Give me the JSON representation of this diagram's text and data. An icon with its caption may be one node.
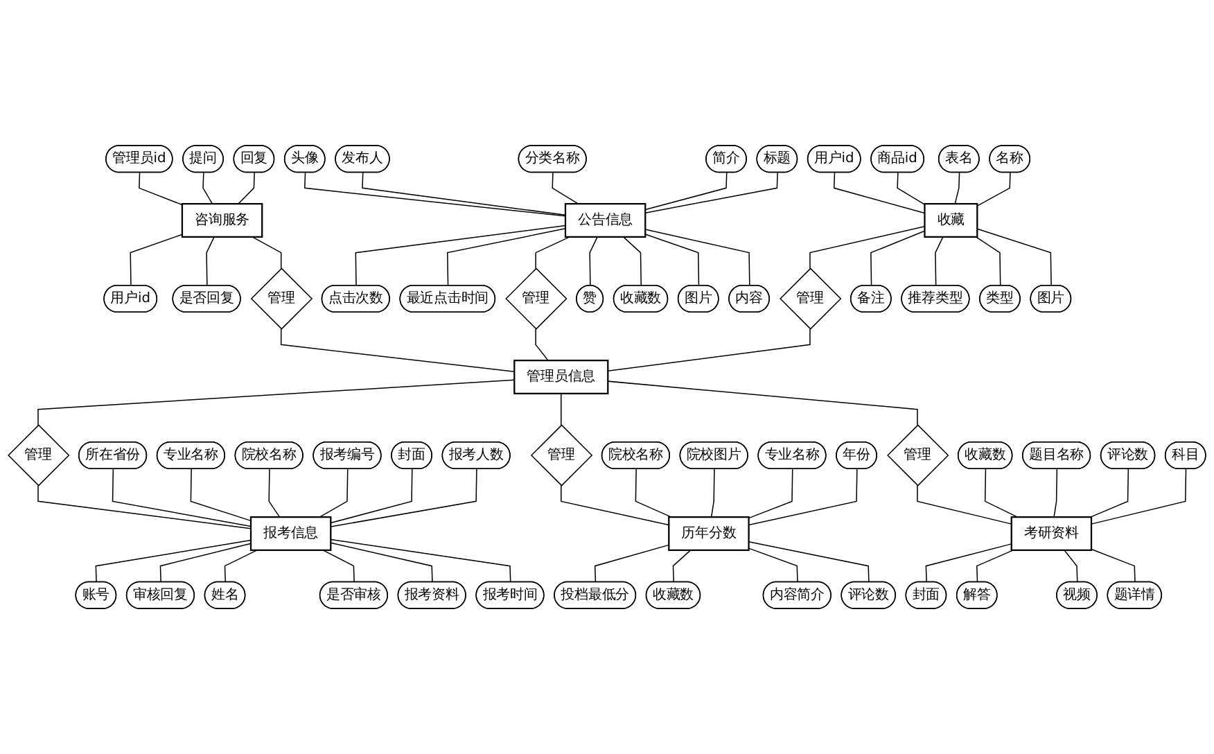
{
  "diagram": {
    "nodes": [
      {
        "text": [
          "管理员id"
        ]
      },
      {
        "text": [
          "提问"
        ]
      },
      {
        "text": [
          "回复"
        ]
      },
      {
        "text": [
          "用户id"
        ]
      },
      {
        "text": [
          "咨询服务"
        ]
      },
      {
        "text": [
          "是否回复"
        ]
      },
      {
        "text": [
          "管理"
        ]
      },
      {
        "text": [
          "头像"
        ]
      },
      {
        "text": [
          "发布人"
        ]
      },
      {
        "text": [
          "分类名称"
        ]
      },
      {
        "text": [
          "简介"
        ]
      },
      {
        "text": [
          "标题"
        ]
      },
      {
        "text": [
          "点击次数"
        ]
      },
      {
        "text": [
          "最近点击时间"
        ]
      },
      {
        "text": [
          "公告信息"
        ]
      },
      {
        "text": [
          "管理"
        ]
      },
      {
        "text": [
          "赞"
        ]
      },
      {
        "text": [
          "收藏数"
        ]
      },
      {
        "text": [
          "图片"
        ]
      },
      {
        "text": [
          "内容"
        ]
      },
      {
        "text": [
          "用户id"
        ]
      },
      {
        "text": [
          "商品id"
        ]
      },
      {
        "text": [
          "表名"
        ]
      },
      {
        "text": [
          "名称"
        ]
      },
      {
        "text": [
          "收藏"
        ]
      },
      {
        "text": [
          "管理"
        ]
      },
      {
        "text": [
          "备注"
        ]
      },
      {
        "text": [
          "推荐类型"
        ]
      },
      {
        "text": [
          "类型"
        ]
      },
      {
        "text": [
          "图片"
        ]
      },
      {
        "text": [
          "管理员信息"
        ]
      },
      {
        "text": [
          "所在省份"
        ]
      },
      {
        "text": [
          "专业名称"
        ]
      },
      {
        "text": [
          "院校名称"
        ]
      },
      {
        "text": [
          "报考编号"
        ]
      },
      {
        "text": [
          "封面"
        ]
      },
      {
        "text": [
          "报考人数"
        ]
      },
      {
        "text": [
          "报考信息"
        ]
      },
      {
        "text": [
          "管理"
        ]
      },
      {
        "text": [
          "账号"
        ]
      },
      {
        "text": [
          "审核回复"
        ]
      },
      {
        "text": [
          "姓名"
        ]
      },
      {
        "text": [
          "是否审核"
        ]
      },
      {
        "text": [
          "报考资料"
        ]
      },
      {
        "text": [
          "报考时间"
        ]
      },
      {
        "text": [
          "院校名称"
        ]
      },
      {
        "text": [
          "院校图片"
        ]
      },
      {
        "text": [
          "专业名称"
        ]
      },
      {
        "text": [
          "年份"
        ]
      },
      {
        "text": [
          "历年分数"
        ]
      },
      {
        "text": [
          "管理"
        ]
      },
      {
        "text": [
          "投档最低分"
        ]
      },
      {
        "text": [
          "收藏数"
        ]
      },
      {
        "text": [
          "内容简介"
        ]
      },
      {
        "text": [
          "评论数"
        ]
      },
      {
        "text": [
          "管理"
        ]
      },
      {
        "text": [
          "收藏数"
        ]
      },
      {
        "text": [
          "考研资料"
        ]
      },
      {
        "text": [
          "题目名称"
        ]
      },
      {
        "text": [
          "评论数"
        ]
      },
      {
        "text": [
          "科目"
        ]
      },
      {
        "text": [
          "封面"
        ]
      },
      {
        "text": [
          "解答"
        ]
      },
      {
        "text": [
          "视频"
        ]
      },
      {
        "text": [
          "题详情"
        ]
      }
    ],
    "edges": [
      {
        "from": 0,
        "to": 4,
        "arrow": "none"
      },
      {
        "from": 1,
        "to": 4,
        "arrow": "none"
      },
      {
        "from": 2,
        "to": 4,
        "arrow": "none"
      },
      {
        "from": 4,
        "to": 3,
        "arrow": "none"
      },
      {
        "from": 4,
        "to": 5,
        "arrow": "none"
      },
      {
        "from": 4,
        "to": 6,
        "arrow": "none"
      },
      {
        "from": 6,
        "to": 30,
        "arrow": "none"
      },
      {
        "from": 7,
        "to": 14,
        "arrow": "none"
      },
      {
        "from": 8,
        "to": 14,
        "arrow": "none"
      },
      {
        "from": 9,
        "to": 14,
        "arrow": "none"
      },
      {
        "from": 10,
        "to": 14,
        "arrow": "none"
      },
      {
        "from": 11,
        "to": 14,
        "arrow": "none"
      },
      {
        "from": 14,
        "to": 12,
        "arrow": "none"
      },
      {
        "from": 14,
        "to": 13,
        "arrow": "none"
      },
      {
        "from": 14,
        "to": 16,
        "arrow": "none"
      },
      {
        "from": 14,
        "to": 17,
        "arrow": "none"
      },
      {
        "from": 14,
        "to": 18,
        "arrow": "none"
      },
      {
        "from": 14,
        "to": 19,
        "arrow": "none"
      },
      {
        "from": 14,
        "to": 15,
        "arrow": "none"
      },
      {
        "from": 15,
        "to": 30,
        "arrow": "none"
      },
      {
        "from": 20,
        "to": 24,
        "arrow": "none"
      },
      {
        "from": 21,
        "to": 24,
        "arrow": "none"
      },
      {
        "from": 22,
        "to": 24,
        "arrow": "none"
      },
      {
        "from": 23,
        "to": 24,
        "arrow": "none"
      },
      {
        "from": 24,
        "to": 29,
        "arrow": "none"
      },
      {
        "from": 24,
        "to": 28,
        "arrow": "none"
      },
      {
        "from": 24,
        "to": 27,
        "arrow": "none"
      },
      {
        "from": 24,
        "to": 26,
        "arrow": "none"
      },
      {
        "from": 24,
        "to": 25,
        "arrow": "none"
      },
      {
        "from": 25,
        "to": 30,
        "arrow": "none"
      },
      {
        "from": 30,
        "to": 38,
        "arrow": "none"
      },
      {
        "from": 38,
        "to": 37,
        "arrow": "none"
      },
      {
        "from": 31,
        "to": 37,
        "arrow": "none"
      },
      {
        "from": 32,
        "to": 37,
        "arrow": "none"
      },
      {
        "from": 33,
        "to": 37,
        "arrow": "none"
      },
      {
        "from": 34,
        "to": 37,
        "arrow": "none"
      },
      {
        "from": 35,
        "to": 37,
        "arrow": "none"
      },
      {
        "from": 36,
        "to": 37,
        "arrow": "none"
      },
      {
        "from": 37,
        "to": 39,
        "arrow": "none"
      },
      {
        "from": 37,
        "to": 40,
        "arrow": "none"
      },
      {
        "from": 37,
        "to": 41,
        "arrow": "none"
      },
      {
        "from": 37,
        "to": 42,
        "arrow": "none"
      },
      {
        "from": 37,
        "to": 43,
        "arrow": "none"
      },
      {
        "from": 37,
        "to": 44,
        "arrow": "none"
      },
      {
        "from": 30,
        "to": 50,
        "arrow": "none"
      },
      {
        "from": 50,
        "to": 49,
        "arrow": "none"
      },
      {
        "from": 45,
        "to": 49,
        "arrow": "none"
      },
      {
        "from": 46,
        "to": 49,
        "arrow": "none"
      },
      {
        "from": 47,
        "to": 49,
        "arrow": "none"
      },
      {
        "from": 48,
        "to": 49,
        "arrow": "none"
      },
      {
        "from": 49,
        "to": 51,
        "arrow": "none"
      },
      {
        "from": 49,
        "to": 52,
        "arrow": "none"
      },
      {
        "from": 49,
        "to": 53,
        "arrow": "none"
      },
      {
        "from": 49,
        "to": 54,
        "arrow": "none"
      },
      {
        "from": 30,
        "to": 55,
        "arrow": "none"
      },
      {
        "from": 55,
        "to": 57,
        "arrow": "none"
      },
      {
        "from": 56,
        "to": 57,
        "arrow": "none"
      },
      {
        "from": 58,
        "to": 57,
        "arrow": "none"
      },
      {
        "from": 59,
        "to": 57,
        "arrow": "none"
      },
      {
        "from": 60,
        "to": 57,
        "arrow": "none"
      },
      {
        "from": 57,
        "to": 61,
        "arrow": "none"
      },
      {
        "from": 57,
        "to": 62,
        "arrow": "none"
      },
      {
        "from": 57,
        "to": 63,
        "arrow": "none"
      },
      {
        "from": 57,
        "to": 64,
        "arrow": "none"
      }
    ]
  }
}
